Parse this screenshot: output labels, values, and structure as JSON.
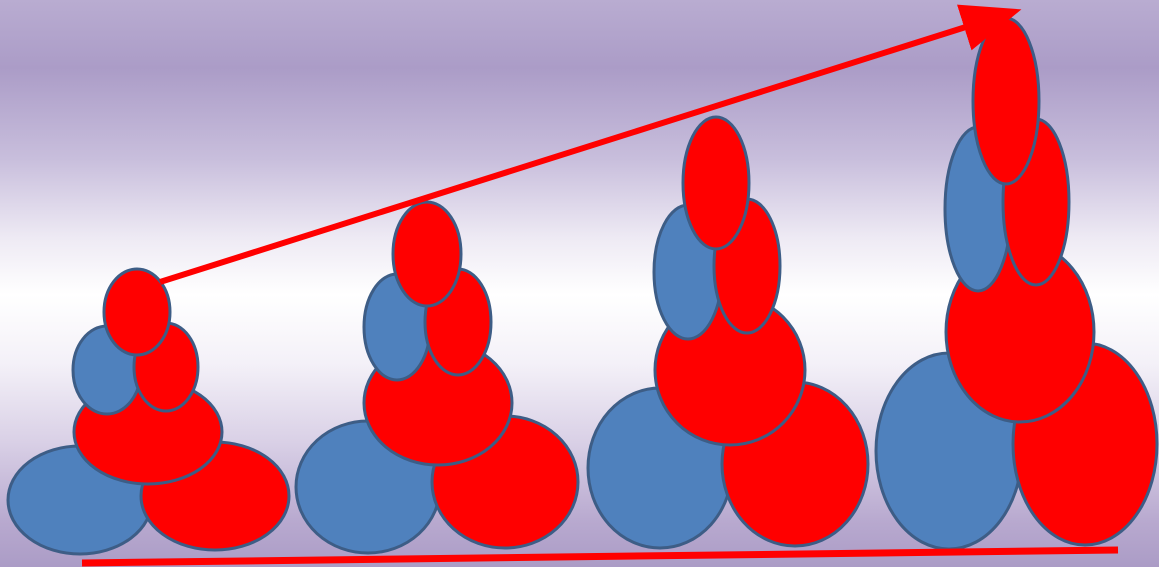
{
  "colors": {
    "red": "#ff0000",
    "blue": "#4f81bd",
    "outline": "#3d5d86",
    "arrow": "#ff0000"
  },
  "stacks": [
    {
      "name": "stack-1",
      "blobs": 6
    },
    {
      "name": "stack-2",
      "blobs": 6
    },
    {
      "name": "stack-3",
      "blobs": 6
    },
    {
      "name": "stack-4",
      "blobs": 6
    }
  ],
  "trend": "increasing"
}
